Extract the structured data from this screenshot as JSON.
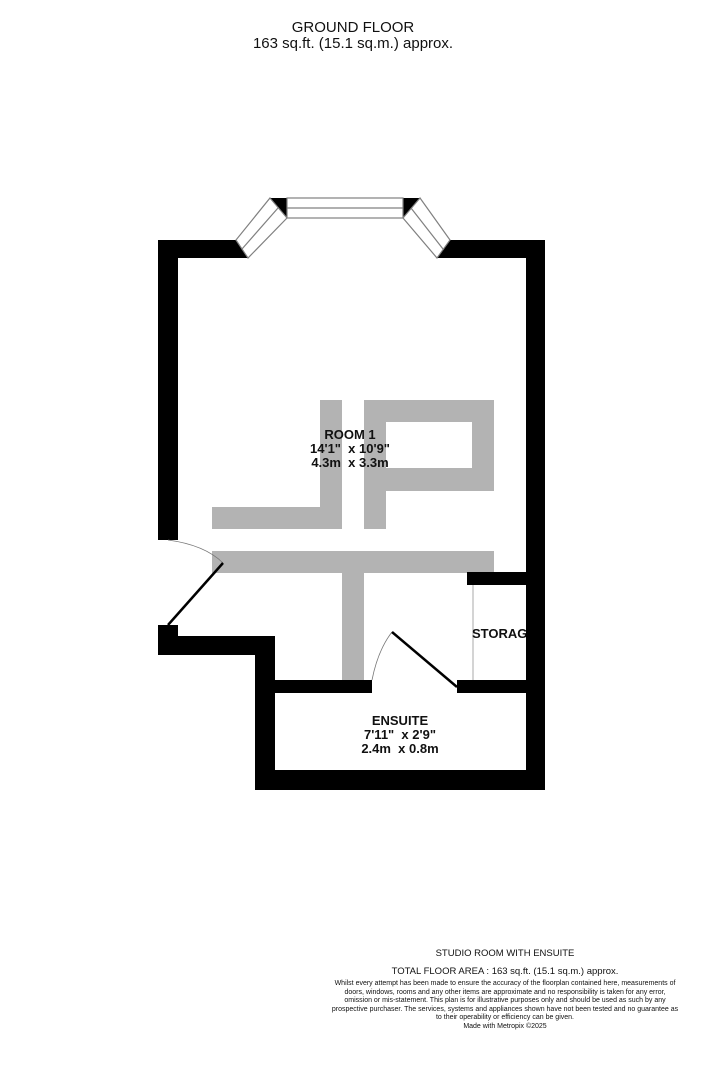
{
  "header": {
    "floor_name": "GROUND FLOOR",
    "floor_area": "163 sq.ft. (15.1 sq.m.) approx."
  },
  "rooms": [
    {
      "name": "ROOM 1",
      "imperial": "14'1\"  x 10'9\"",
      "metric": "4.3m  x 3.3m"
    },
    {
      "name": "ENSUITE",
      "imperial": "7'11\"  x 2'9\"",
      "metric": "2.4m  x 0.8m"
    },
    {
      "name": "STORAGE",
      "label_visible": "STORAG"
    }
  ],
  "watermark": {
    "text": "JP",
    "color": "#b3b3b3"
  },
  "colors": {
    "wall": "#000000",
    "window_line": "#808080",
    "background": "#ffffff"
  },
  "footer": {
    "title": "STUDIO ROOM WITH ENSUITE",
    "total": "TOTAL FLOOR AREA : 163 sq.ft. (15.1 sq.m.) approx.",
    "disclaimer": "Whilst every attempt has been made to ensure the accuracy of the floorplan contained here, measurements of doors, windows, rooms and any other items are approximate and no responsibility is taken for any error, omission or mis-statement. This plan is for illustrative purposes only and should be used as such by any prospective purchaser. The services, systems and appliances shown have not been tested and no guarantee as to their operability or efficiency can be given.",
    "credit": "Made with Metropix ©2025"
  }
}
